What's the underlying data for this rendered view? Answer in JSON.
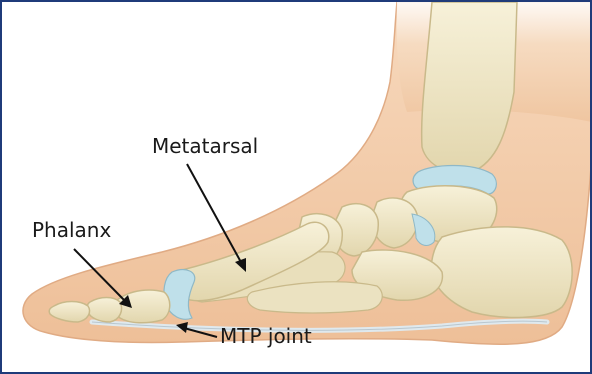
{
  "figure": {
    "border_color": "#1f3b7a",
    "labels": {
      "metatarsal": "Metatarsal",
      "phalanx": "Phalanx",
      "mtp_joint": "MTP joint"
    },
    "colors": {
      "skin": "#f2c9a6",
      "skin_shadow": "#e6b48e",
      "bone": "#efe7c7",
      "bone_outline": "#c9b98a",
      "cartilage": "#bfe0ea",
      "arrow": "#111111"
    }
  }
}
